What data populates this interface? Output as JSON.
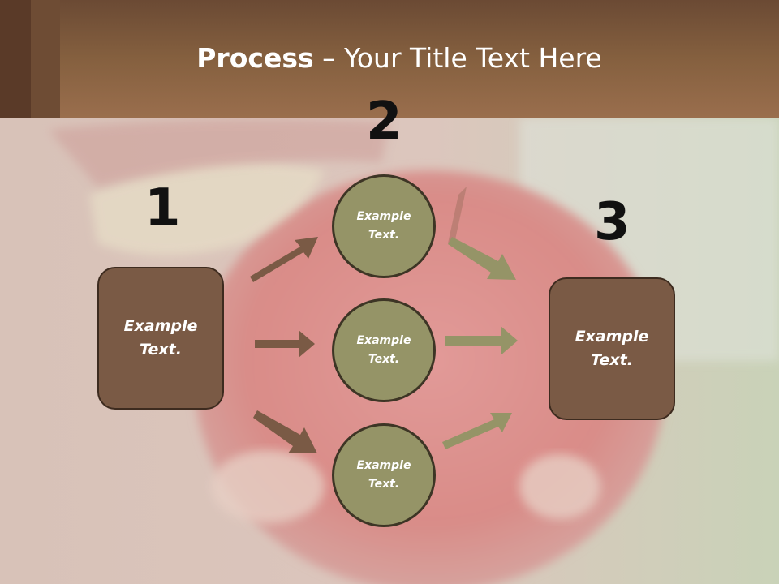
{
  "slide": {
    "title_bold": "Process",
    "title_rest": " – Your Title Text Here"
  },
  "steps": {
    "one": "1",
    "two": "2",
    "three": "3"
  },
  "left_box": {
    "line1": "Example",
    "line2": "Text."
  },
  "right_box": {
    "line1": "Example",
    "line2": "Text."
  },
  "circles": [
    {
      "line1": "Example",
      "line2": "Text."
    },
    {
      "line1": "Example",
      "line2": "Text."
    },
    {
      "line1": "Example",
      "line2": "Text."
    }
  ],
  "colors": {
    "header": "#85603f",
    "box_fill": "#7a5a45",
    "circle_fill": "#959467",
    "arrow_brown": "#7a5a45",
    "arrow_olive": "#959467"
  }
}
